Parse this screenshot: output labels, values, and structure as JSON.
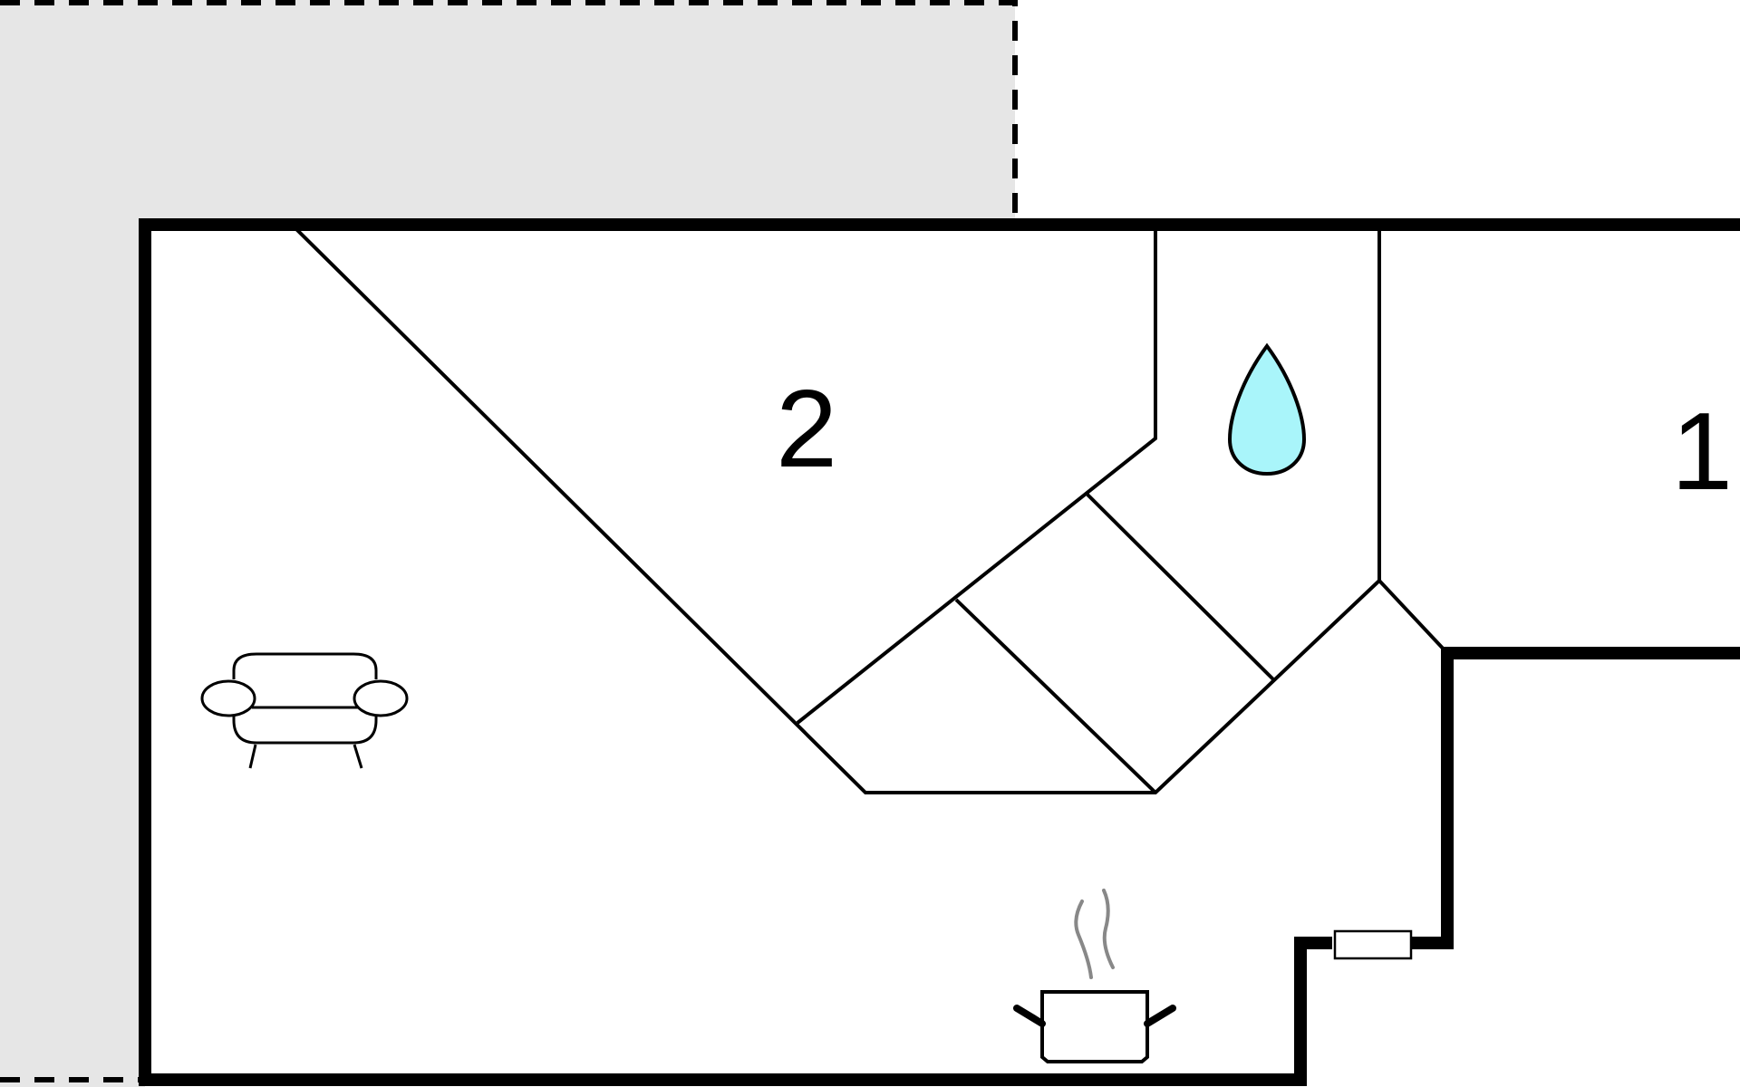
{
  "floor_plan": {
    "rooms": [
      {
        "id": "room-2",
        "label": "2"
      },
      {
        "id": "room-1",
        "label": "1"
      }
    ],
    "icons": [
      {
        "name": "sofa-icon",
        "meaning": "living room"
      },
      {
        "name": "water-drop-icon",
        "meaning": "bathroom"
      },
      {
        "name": "cooking-pot-icon",
        "meaning": "kitchen"
      },
      {
        "name": "door-icon",
        "meaning": "entrance"
      }
    ],
    "colors": {
      "background": "#ffffff",
      "outside_area": "#e6e6e6",
      "wall": "#000000",
      "water_drop": "#a9f5fa",
      "steam": "#888888"
    }
  }
}
